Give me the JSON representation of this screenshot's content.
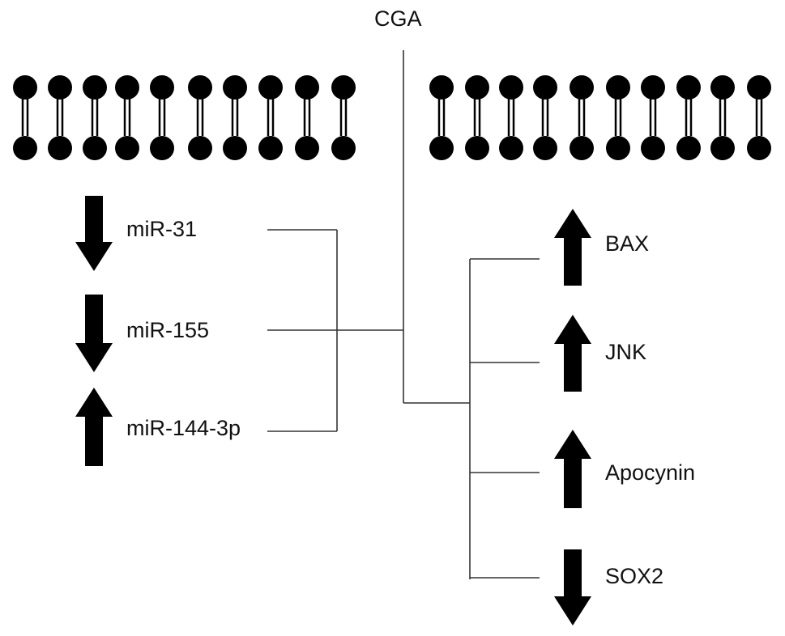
{
  "title": "CGA",
  "left_targets": [
    {
      "label": "miR-31",
      "direction": "down"
    },
    {
      "label": "miR-155",
      "direction": "down"
    },
    {
      "label": "miR-144-3p",
      "direction": "up"
    }
  ],
  "right_targets": [
    {
      "label": "BAX",
      "direction": "up"
    },
    {
      "label": "JNK",
      "direction": "up"
    },
    {
      "label": "Apocynin",
      "direction": "up"
    },
    {
      "label": "SOX2",
      "direction": "down"
    }
  ],
  "colors": {
    "ink": "#000000",
    "line": "#333333",
    "text": "#111111"
  }
}
